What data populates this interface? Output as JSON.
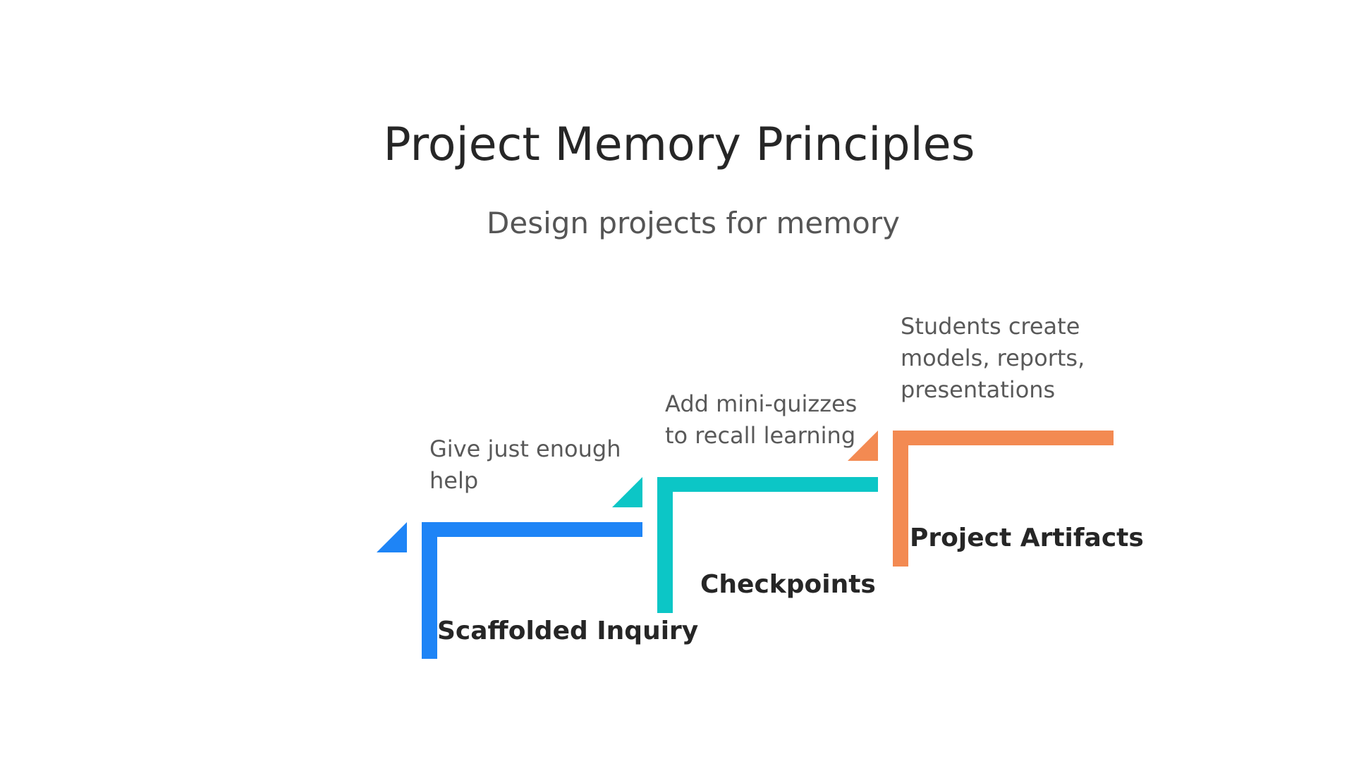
{
  "title": "Project Memory Principles",
  "subtitle": "Design projects for memory",
  "steps": [
    {
      "label": "Scaffolded Inquiry",
      "description": "Give just enough\nhelp",
      "color": "#1E84F6"
    },
    {
      "label": "Checkpoints",
      "description": "Add mini-quizzes\nto recall learning",
      "color": "#0CC6C6"
    },
    {
      "label": "Project Artifacts",
      "description": "Students create\nmodels, reports,\npresentations",
      "color": "#F38A52"
    }
  ]
}
